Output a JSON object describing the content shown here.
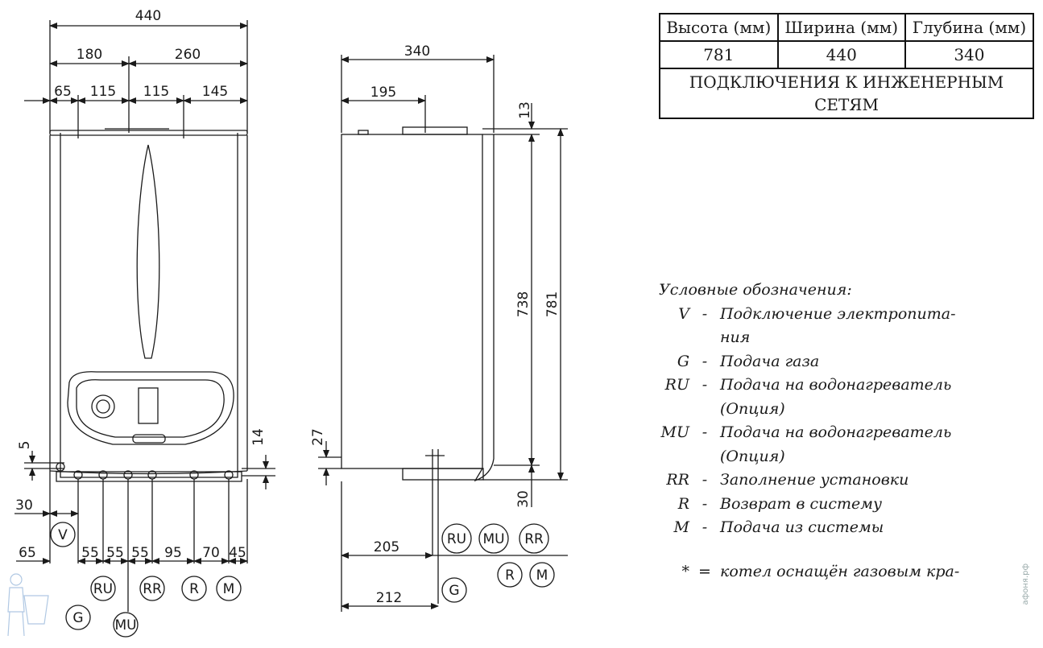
{
  "table": {
    "headers": [
      "Высота (мм)",
      "Ширина (мм)",
      "Глубина (мм)"
    ],
    "values": [
      "781",
      "440",
      "340"
    ],
    "footer": "ПОДКЛЮЧЕНИЯ К ИНЖЕНЕРНЫМ СЕТЯМ"
  },
  "legend": {
    "title": "Условные обозначения:",
    "items": [
      {
        "code": "V",
        "sep": "-",
        "desc": "Подключение электропита-",
        "cont": "ния"
      },
      {
        "code": "G",
        "sep": "-",
        "desc": "Подача газа",
        "cont": ""
      },
      {
        "code": "RU",
        "sep": "-",
        "desc": "Подача на водонагреватель",
        "cont": "(Опция)"
      },
      {
        "code": "MU",
        "sep": "-",
        "desc": "Подача на водонагреватель",
        "cont": "(Опция)"
      },
      {
        "code": "RR",
        "sep": "-",
        "desc": "Заполнение установки",
        "cont": ""
      },
      {
        "code": "R",
        "sep": "-",
        "desc": "Возврат в систему",
        "cont": ""
      },
      {
        "code": "M",
        "sep": "-",
        "desc": "Подача из системы",
        "cont": ""
      }
    ],
    "note": {
      "code": "*",
      "sep": "=",
      "desc": "котел оснащён газовым кра-"
    }
  },
  "front": {
    "dims_top": [
      "440",
      "180",
      "260",
      "65",
      "115",
      "115",
      "145"
    ],
    "dims_bottom": [
      "65",
      "55",
      "55",
      "55",
      "95",
      "70",
      "45"
    ],
    "dim_side": [
      "5",
      "30",
      "14"
    ],
    "connectors": [
      "V",
      "G",
      "RU",
      "MU",
      "RR",
      "R",
      "M"
    ]
  },
  "side": {
    "dims": [
      "340",
      "195",
      "13",
      "738",
      "781",
      "27",
      "30",
      "205",
      "212"
    ],
    "connectors": [
      "RU",
      "MU",
      "RR",
      "R",
      "M",
      "G"
    ]
  },
  "watermark": "афоня.рф"
}
